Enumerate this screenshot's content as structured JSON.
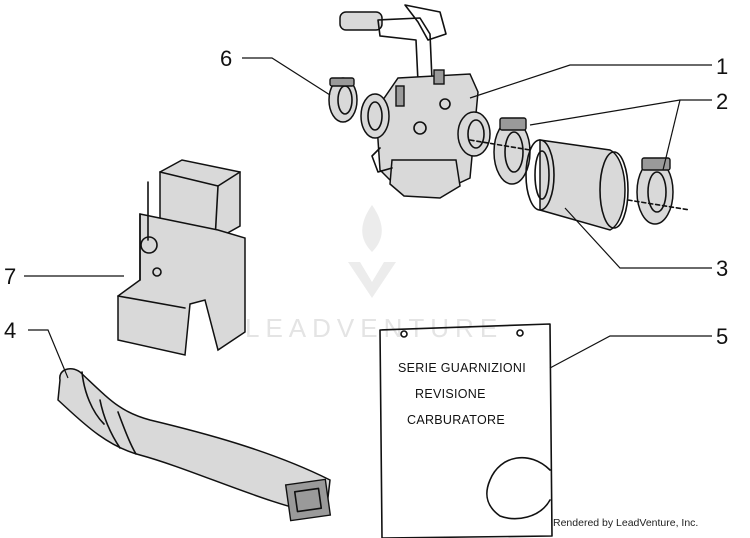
{
  "callouts": [
    {
      "id": "1",
      "label": "1"
    },
    {
      "id": "2",
      "label": "2"
    },
    {
      "id": "3",
      "label": "3"
    },
    {
      "id": "4",
      "label": "4"
    },
    {
      "id": "5",
      "label": "5"
    },
    {
      "id": "6",
      "label": "6"
    },
    {
      "id": "7",
      "label": "7"
    }
  ],
  "kit_card": {
    "line1": "SERIE GUARNIZIONI",
    "line2": "REVISIONE",
    "line3": "CARBURATORE"
  },
  "watermark": {
    "brand": "LEADVENTURE"
  },
  "credit": "Rendered by LeadVenture, Inc.",
  "colors": {
    "ink": "#111111",
    "part_fill": "#d9d9d9",
    "watermark": "#e4e4e4"
  }
}
